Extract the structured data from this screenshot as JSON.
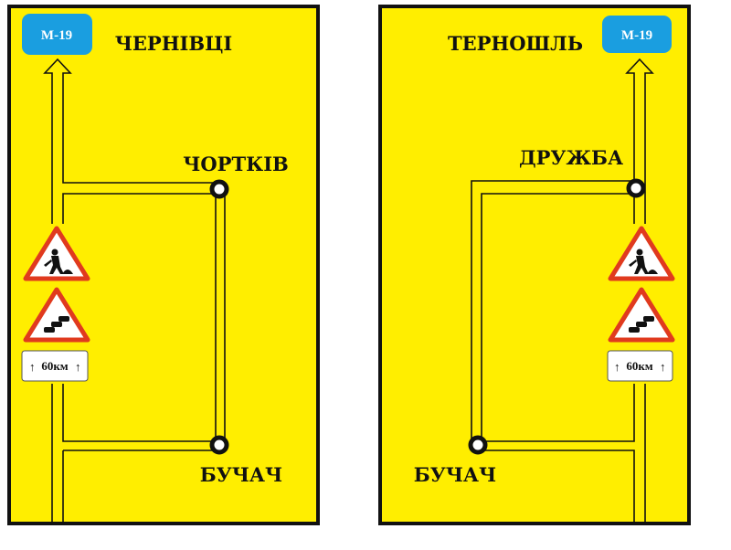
{
  "colors": {
    "background": "#ffee00",
    "border": "#111111",
    "route_badge": "#1a9ee0",
    "warning_red": "#e03a1e"
  },
  "left_sign": {
    "route_badge": "М-19",
    "destination": "ЧЕРНІВЦІ",
    "junction_top": "ЧОРТКІВ",
    "junction_bottom": "БУЧАЧ",
    "warning_signs": [
      "road-works-icon",
      "traffic-queue-icon"
    ],
    "distance_plate": "60км"
  },
  "right_sign": {
    "route_badge": "М-19",
    "destination": "ТЕРНОШЛЬ",
    "junction_top": "ДРУЖБА",
    "junction_bottom": "БУЧАЧ",
    "warning_signs": [
      "road-works-icon",
      "traffic-queue-icon"
    ],
    "distance_plate": "60км"
  }
}
